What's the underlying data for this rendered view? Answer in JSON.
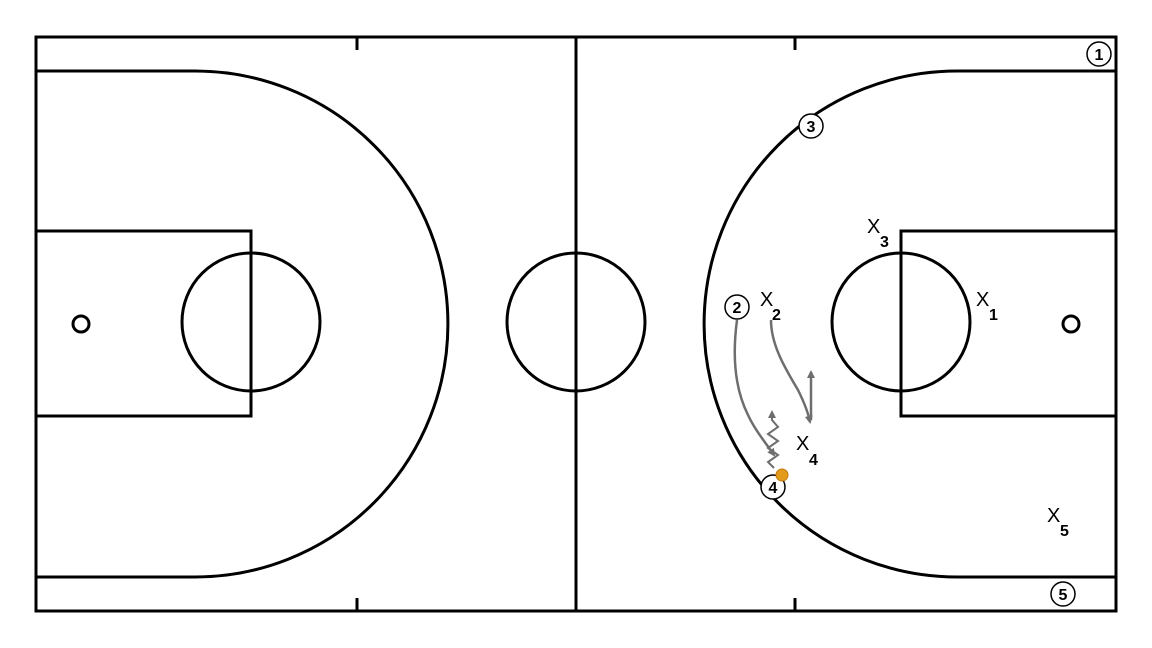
{
  "diagram": {
    "offense_players": [
      {
        "id": "player-1",
        "number": "1"
      },
      {
        "id": "player-2",
        "number": "2"
      },
      {
        "id": "player-3",
        "number": "3"
      },
      {
        "id": "player-4",
        "number": "4"
      },
      {
        "id": "player-5",
        "number": "5"
      }
    ],
    "defenders": [
      {
        "id": "defender-1",
        "mark": "X",
        "sub": "1"
      },
      {
        "id": "defender-2",
        "mark": "X",
        "sub": "2"
      },
      {
        "id": "defender-3",
        "mark": "X",
        "sub": "3"
      },
      {
        "id": "defender-4",
        "mark": "X",
        "sub": "4"
      },
      {
        "id": "defender-5",
        "mark": "X",
        "sub": "5"
      }
    ],
    "colors": {
      "court_lines": "#000000",
      "movement_arrows": "#6e6e6e",
      "ball": "#e39b1b"
    }
  }
}
